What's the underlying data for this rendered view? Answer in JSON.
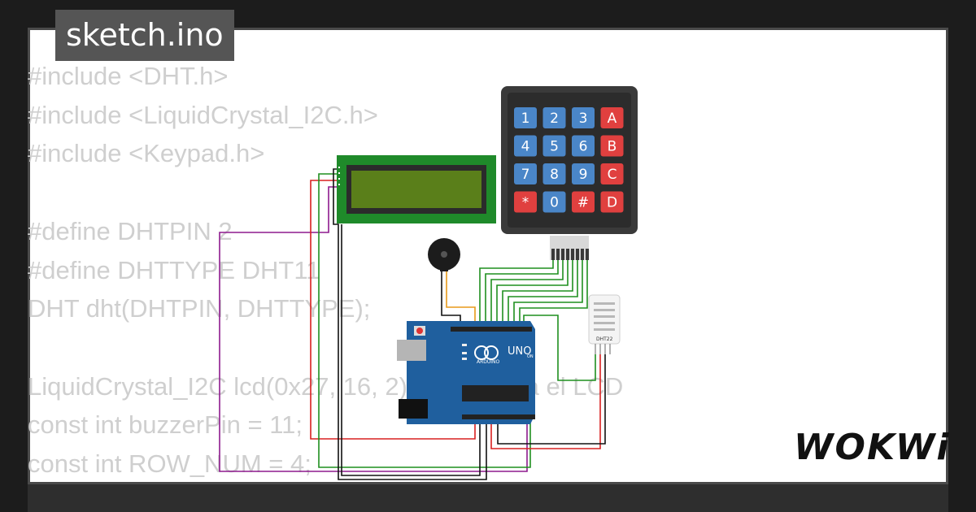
{
  "tab": {
    "filename": "sketch.ino"
  },
  "code_lines": [
    "#include <DHT.h>",
    "#include <LiquidCrystal_I2C.h>",
    "#include <Keypad.h>",
    "",
    "#define DHTPIN 2",
    "#define DHTTYPE DHT11",
    "DHT dht(DHTPIN, DHTTYPE);",
    "",
    "LiquidCrystal_I2C lcd(0x27, 16, 2); // Inicializa el LCD",
    "const int buzzerPin = 11;",
    "const int ROW_NUM = 4;"
  ],
  "keypad": {
    "keys": [
      [
        "1",
        "2",
        "3",
        "A"
      ],
      [
        "4",
        "5",
        "6",
        "B"
      ],
      [
        "7",
        "8",
        "9",
        "C"
      ],
      [
        "*",
        "0",
        "#",
        "D"
      ]
    ]
  },
  "arduino": {
    "brand": "ARDUINO",
    "model": "UNO",
    "on_label": "ON"
  },
  "sensor": {
    "label": "DHT22"
  },
  "brand": {
    "logo": "WOKWi"
  },
  "colors": {
    "board": "#1f5f9e",
    "keypad_body": "#3a3a3a",
    "key_blue": "#4a86c8",
    "key_red": "#e0403f",
    "lcd_pcb": "#1f8a2a",
    "lcd_screen": "#5a7f1a",
    "wire_red": "#d92020",
    "wire_green": "#1f8f1f",
    "wire_purple": "#8e1a8e",
    "wire_black": "#111111",
    "wire_orange": "#e89a1a"
  }
}
